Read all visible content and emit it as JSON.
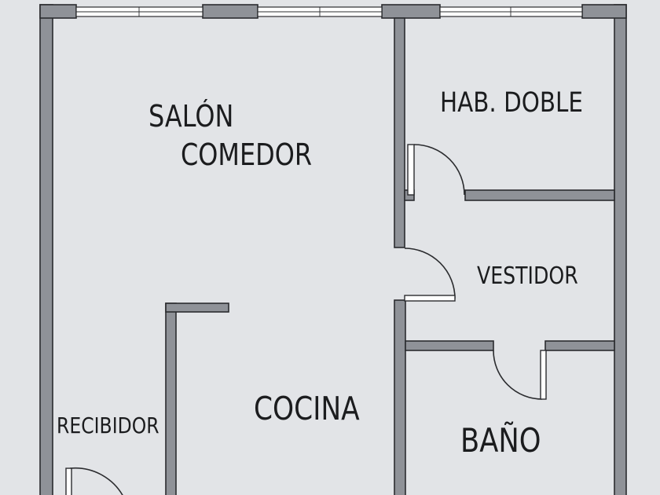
{
  "rooms": {
    "salon_line1": "SALÓN",
    "salon_line2": "COMEDOR",
    "hab_doble": "HAB. DOBLE",
    "vestidor": "VESTIDOR",
    "cocina": "COCINA",
    "recibidor": "RECIBIDOR",
    "bano": "BAÑO"
  },
  "colors": {
    "background": "#e2e4e7",
    "wall_fill": "#8f9298",
    "line": "#2b2c2f",
    "text": "#1b1c1e"
  }
}
